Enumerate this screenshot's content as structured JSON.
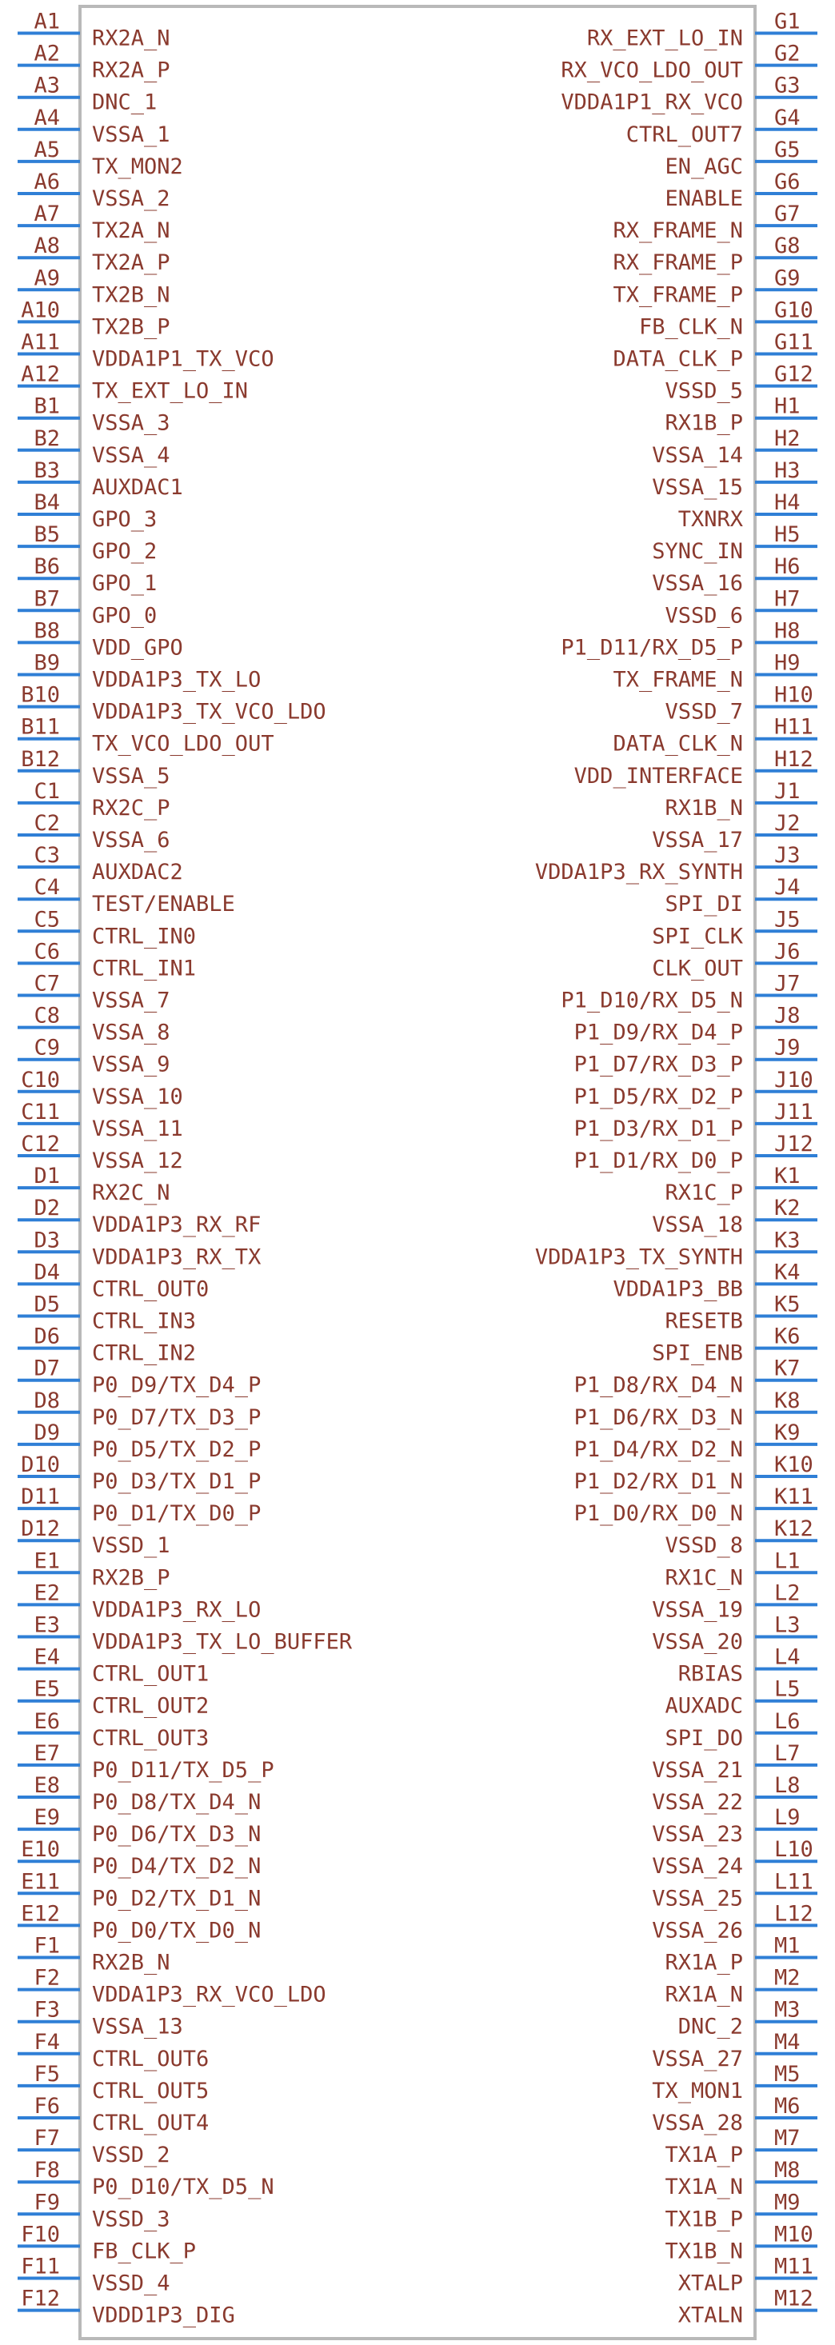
{
  "component": {
    "left_pins": [
      {
        "number": "A1",
        "name": "RX2A_N"
      },
      {
        "number": "A2",
        "name": "RX2A_P"
      },
      {
        "number": "A3",
        "name": "DNC_1"
      },
      {
        "number": "A4",
        "name": "VSSA_1"
      },
      {
        "number": "A5",
        "name": "TX_MON2"
      },
      {
        "number": "A6",
        "name": "VSSA_2"
      },
      {
        "number": "A7",
        "name": "TX2A_N"
      },
      {
        "number": "A8",
        "name": "TX2A_P"
      },
      {
        "number": "A9",
        "name": "TX2B_N"
      },
      {
        "number": "A10",
        "name": "TX2B_P"
      },
      {
        "number": "A11",
        "name": "VDDA1P1_TX_VCO"
      },
      {
        "number": "A12",
        "name": "TX_EXT_LO_IN"
      },
      {
        "number": "B1",
        "name": "VSSA_3"
      },
      {
        "number": "B2",
        "name": "VSSA_4"
      },
      {
        "number": "B3",
        "name": "AUXDAC1"
      },
      {
        "number": "B4",
        "name": "GPO_3"
      },
      {
        "number": "B5",
        "name": "GPO_2"
      },
      {
        "number": "B6",
        "name": "GPO_1"
      },
      {
        "number": "B7",
        "name": "GPO_0"
      },
      {
        "number": "B8",
        "name": "VDD_GPO"
      },
      {
        "number": "B9",
        "name": "VDDA1P3_TX_LO"
      },
      {
        "number": "B10",
        "name": "VDDA1P3_TX_VCO_LDO"
      },
      {
        "number": "B11",
        "name": "TX_VCO_LDO_OUT"
      },
      {
        "number": "B12",
        "name": "VSSA_5"
      },
      {
        "number": "C1",
        "name": "RX2C_P"
      },
      {
        "number": "C2",
        "name": "VSSA_6"
      },
      {
        "number": "C3",
        "name": "AUXDAC2"
      },
      {
        "number": "C4",
        "name": "TEST/ENABLE"
      },
      {
        "number": "C5",
        "name": "CTRL_IN0"
      },
      {
        "number": "C6",
        "name": "CTRL_IN1"
      },
      {
        "number": "C7",
        "name": "VSSA_7"
      },
      {
        "number": "C8",
        "name": "VSSA_8"
      },
      {
        "number": "C9",
        "name": "VSSA_9"
      },
      {
        "number": "C10",
        "name": "VSSA_10"
      },
      {
        "number": "C11",
        "name": "VSSA_11"
      },
      {
        "number": "C12",
        "name": "VSSA_12"
      },
      {
        "number": "D1",
        "name": "RX2C_N"
      },
      {
        "number": "D2",
        "name": "VDDA1P3_RX_RF"
      },
      {
        "number": "D3",
        "name": "VDDA1P3_RX_TX"
      },
      {
        "number": "D4",
        "name": "CTRL_OUT0"
      },
      {
        "number": "D5",
        "name": "CTRL_IN3"
      },
      {
        "number": "D6",
        "name": "CTRL_IN2"
      },
      {
        "number": "D7",
        "name": "P0_D9/TX_D4_P"
      },
      {
        "number": "D8",
        "name": "P0_D7/TX_D3_P"
      },
      {
        "number": "D9",
        "name": "P0_D5/TX_D2_P"
      },
      {
        "number": "D10",
        "name": "P0_D3/TX_D1_P"
      },
      {
        "number": "D11",
        "name": "P0_D1/TX_D0_P"
      },
      {
        "number": "D12",
        "name": "VSSD_1"
      },
      {
        "number": "E1",
        "name": "RX2B_P"
      },
      {
        "number": "E2",
        "name": "VDDA1P3_RX_LO"
      },
      {
        "number": "E3",
        "name": "VDDA1P3_TX_LO_BUFFER"
      },
      {
        "number": "E4",
        "name": "CTRL_OUT1"
      },
      {
        "number": "E5",
        "name": "CTRL_OUT2"
      },
      {
        "number": "E6",
        "name": "CTRL_OUT3"
      },
      {
        "number": "E7",
        "name": "P0_D11/TX_D5_P"
      },
      {
        "number": "E8",
        "name": "P0_D8/TX_D4_N"
      },
      {
        "number": "E9",
        "name": "P0_D6/TX_D3_N"
      },
      {
        "number": "E10",
        "name": "P0_D4/TX_D2_N"
      },
      {
        "number": "E11",
        "name": "P0_D2/TX_D1_N"
      },
      {
        "number": "E12",
        "name": "P0_D0/TX_D0_N"
      },
      {
        "number": "F1",
        "name": "RX2B_N"
      },
      {
        "number": "F2",
        "name": "VDDA1P3_RX_VCO_LDO"
      },
      {
        "number": "F3",
        "name": "VSSA_13"
      },
      {
        "number": "F4",
        "name": "CTRL_OUT6"
      },
      {
        "number": "F5",
        "name": "CTRL_OUT5"
      },
      {
        "number": "F6",
        "name": "CTRL_OUT4"
      },
      {
        "number": "F7",
        "name": "VSSD_2"
      },
      {
        "number": "F8",
        "name": "P0_D10/TX_D5_N"
      },
      {
        "number": "F9",
        "name": "VSSD_3"
      },
      {
        "number": "F10",
        "name": "FB_CLK_P"
      },
      {
        "number": "F11",
        "name": "VSSD_4"
      },
      {
        "number": "F12",
        "name": "VDDD1P3_DIG"
      }
    ],
    "right_pins": [
      {
        "number": "G1",
        "name": "RX_EXT_LO_IN"
      },
      {
        "number": "G2",
        "name": "RX_VCO_LDO_OUT"
      },
      {
        "number": "G3",
        "name": "VDDA1P1_RX_VCO"
      },
      {
        "number": "G4",
        "name": "CTRL_OUT7"
      },
      {
        "number": "G5",
        "name": "EN_AGC"
      },
      {
        "number": "G6",
        "name": "ENABLE"
      },
      {
        "number": "G7",
        "name": "RX_FRAME_N"
      },
      {
        "number": "G8",
        "name": "RX_FRAME_P"
      },
      {
        "number": "G9",
        "name": "TX_FRAME_P"
      },
      {
        "number": "G10",
        "name": "FB_CLK_N"
      },
      {
        "number": "G11",
        "name": "DATA_CLK_P"
      },
      {
        "number": "G12",
        "name": "VSSD_5"
      },
      {
        "number": "H1",
        "name": "RX1B_P"
      },
      {
        "number": "H2",
        "name": "VSSA_14"
      },
      {
        "number": "H3",
        "name": "VSSA_15"
      },
      {
        "number": "H4",
        "name": "TXNRX"
      },
      {
        "number": "H5",
        "name": "SYNC_IN"
      },
      {
        "number": "H6",
        "name": "VSSA_16"
      },
      {
        "number": "H7",
        "name": "VSSD_6"
      },
      {
        "number": "H8",
        "name": "P1_D11/RX_D5_P"
      },
      {
        "number": "H9",
        "name": "TX_FRAME_N"
      },
      {
        "number": "H10",
        "name": "VSSD_7"
      },
      {
        "number": "H11",
        "name": "DATA_CLK_N"
      },
      {
        "number": "H12",
        "name": "VDD_INTERFACE"
      },
      {
        "number": "J1",
        "name": "RX1B_N"
      },
      {
        "number": "J2",
        "name": "VSSA_17"
      },
      {
        "number": "J3",
        "name": "VDDA1P3_RX_SYNTH"
      },
      {
        "number": "J4",
        "name": "SPI_DI"
      },
      {
        "number": "J5",
        "name": "SPI_CLK"
      },
      {
        "number": "J6",
        "name": "CLK_OUT"
      },
      {
        "number": "J7",
        "name": "P1_D10/RX_D5_N"
      },
      {
        "number": "J8",
        "name": "P1_D9/RX_D4_P"
      },
      {
        "number": "J9",
        "name": "P1_D7/RX_D3_P"
      },
      {
        "number": "J10",
        "name": "P1_D5/RX_D2_P"
      },
      {
        "number": "J11",
        "name": "P1_D3/RX_D1_P"
      },
      {
        "number": "J12",
        "name": "P1_D1/RX_D0_P"
      },
      {
        "number": "K1",
        "name": "RX1C_P"
      },
      {
        "number": "K2",
        "name": "VSSA_18"
      },
      {
        "number": "K3",
        "name": "VDDA1P3_TX_SYNTH"
      },
      {
        "number": "K4",
        "name": "VDDA1P3_BB"
      },
      {
        "number": "K5",
        "name": "RESETB"
      },
      {
        "number": "K6",
        "name": "SPI_ENB"
      },
      {
        "number": "K7",
        "name": "P1_D8/RX_D4_N"
      },
      {
        "number": "K8",
        "name": "P1_D6/RX_D3_N"
      },
      {
        "number": "K9",
        "name": "P1_D4/RX_D2_N"
      },
      {
        "number": "K10",
        "name": "P1_D2/RX_D1_N"
      },
      {
        "number": "K11",
        "name": "P1_D0/RX_D0_N"
      },
      {
        "number": "K12",
        "name": "VSSD_8"
      },
      {
        "number": "L1",
        "name": "RX1C_N"
      },
      {
        "number": "L2",
        "name": "VSSA_19"
      },
      {
        "number": "L3",
        "name": "VSSA_20"
      },
      {
        "number": "L4",
        "name": "RBIAS"
      },
      {
        "number": "L5",
        "name": "AUXADC"
      },
      {
        "number": "L6",
        "name": "SPI_DO"
      },
      {
        "number": "L7",
        "name": "VSSA_21"
      },
      {
        "number": "L8",
        "name": "VSSA_22"
      },
      {
        "number": "L9",
        "name": "VSSA_23"
      },
      {
        "number": "L10",
        "name": "VSSA_24"
      },
      {
        "number": "L11",
        "name": "VSSA_25"
      },
      {
        "number": "L12",
        "name": "VSSA_26"
      },
      {
        "number": "M1",
        "name": "RX1A_P"
      },
      {
        "number": "M2",
        "name": "RX1A_N"
      },
      {
        "number": "M3",
        "name": "DNC_2"
      },
      {
        "number": "M4",
        "name": "VSSA_27"
      },
      {
        "number": "M5",
        "name": "TX_MON1"
      },
      {
        "number": "M6",
        "name": "VSSA_28"
      },
      {
        "number": "M7",
        "name": "TX1A_P"
      },
      {
        "number": "M8",
        "name": "TX1A_N"
      },
      {
        "number": "M9",
        "name": "TX1B_P"
      },
      {
        "number": "M10",
        "name": "TX1B_N"
      },
      {
        "number": "M11",
        "name": "XTALP"
      },
      {
        "number": "M12",
        "name": "XTALN"
      }
    ]
  },
  "colors": {
    "pin_line": "#2f7fd6",
    "text": "#8a3a2e",
    "body_outline": "#b9b9b9"
  }
}
